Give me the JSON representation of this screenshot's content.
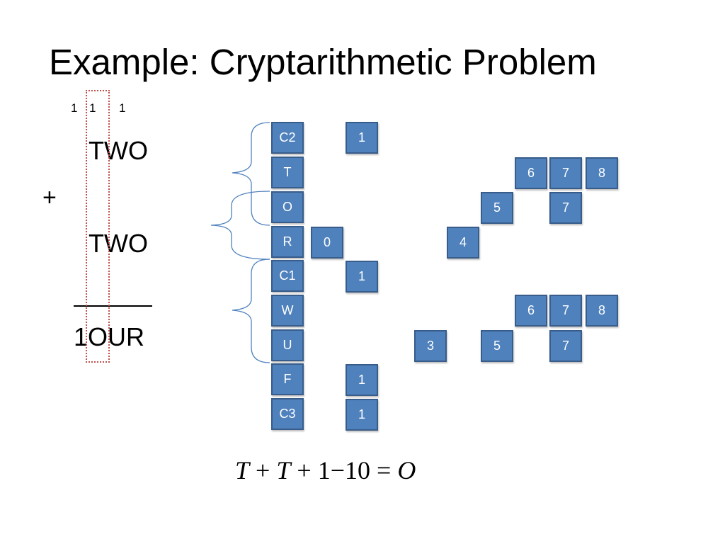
{
  "title": "Example: Cryptarithmetic Problem",
  "carries": [
    "1",
    "1",
    "1"
  ],
  "puzzle": {
    "addend1": "TWO",
    "operator": "+",
    "addend2": "TWO",
    "sum_line": "_____",
    "result": "1OUR"
  },
  "variables": [
    {
      "name": "C2",
      "values": [
        "1"
      ]
    },
    {
      "name": "T",
      "values": [
        "6",
        "7",
        "8"
      ]
    },
    {
      "name": "O",
      "values": [
        "5",
        "7"
      ]
    },
    {
      "name": "R",
      "values": [
        "0",
        "4"
      ]
    },
    {
      "name": "C1",
      "values": [
        "1"
      ]
    },
    {
      "name": "W",
      "values": [
        "6",
        "7",
        "8"
      ]
    },
    {
      "name": "U",
      "values": [
        "3",
        "5",
        "7"
      ]
    },
    {
      "name": "F",
      "values": [
        "1"
      ]
    },
    {
      "name": "C3",
      "values": [
        "1"
      ]
    }
  ],
  "equation": {
    "text": "T + T + 1 − 10 = O",
    "parts": [
      "T",
      "+",
      "T",
      "+",
      "1",
      "−",
      "10",
      "=",
      "O"
    ]
  },
  "colors": {
    "cell_fill": "#4f81bd",
    "cell_border": "#385d8a",
    "brace": "#4f81bd",
    "highlight": "#c0504d"
  }
}
